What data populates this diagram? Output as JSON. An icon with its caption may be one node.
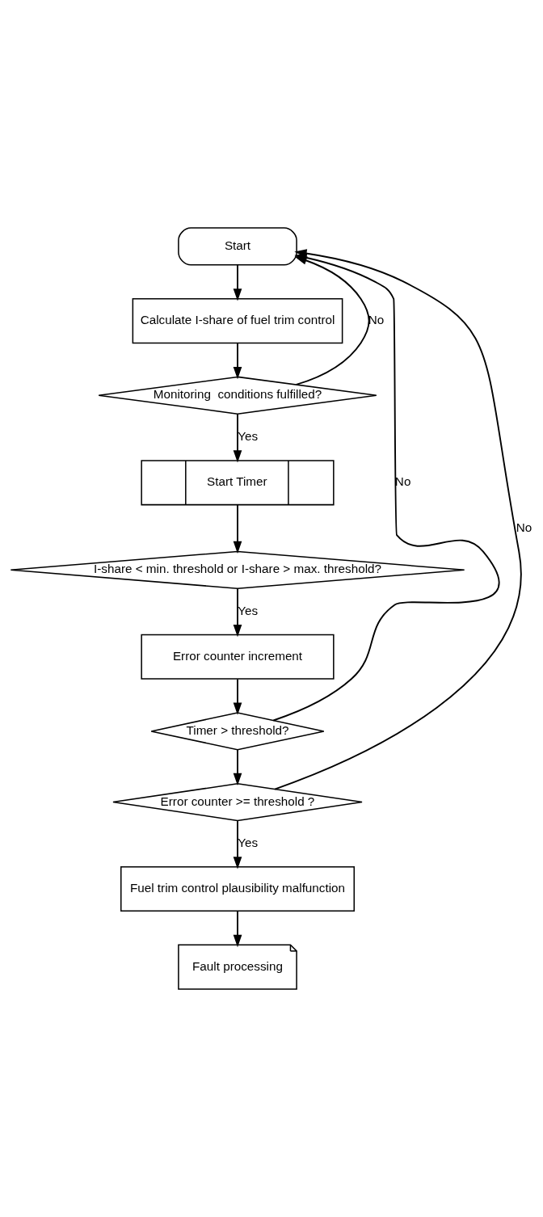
{
  "diagram": {
    "nodes": [
      {
        "text": [
          "Start"
        ]
      },
      {
        "text": [
          "Calculate I-share of fuel trim control"
        ]
      },
      {
        "text": [
          "Monitoring  conditions fulfilled?"
        ]
      },
      {
        "text": [
          "Start Timer"
        ]
      },
      {
        "text": [
          "I-share < min. threshold or I-share > max. threshold?"
        ]
      },
      {
        "text": [
          "Error counter increment"
        ]
      },
      {
        "text": [
          "Timer > threshold?"
        ]
      },
      {
        "text": [
          "Error counter >= threshold ?"
        ]
      },
      {
        "text": [
          "Fuel trim control plausibility malfunction"
        ]
      },
      {
        "text": [
          "Fault processing"
        ]
      }
    ],
    "edges": [
      {
        "from": 0,
        "to": 1,
        "arrow": "to"
      },
      {
        "from": 1,
        "to": 2,
        "arrow": "to"
      },
      {
        "from": 2,
        "to": 3,
        "arrow": "to",
        "label": "Yes"
      },
      {
        "from": 2,
        "to": 0,
        "arrow": "to",
        "label": "No"
      },
      {
        "from": 3,
        "to": 4,
        "arrow": "to"
      },
      {
        "from": 4,
        "to": 5,
        "arrow": "to",
        "label": "Yes"
      },
      {
        "from": 5,
        "to": 6,
        "arrow": "to"
      },
      {
        "from": 6,
        "to": 7,
        "arrow": "to"
      },
      {
        "from": 6,
        "to": 0,
        "arrow": "to",
        "label": "No"
      },
      {
        "from": 7,
        "to": 8,
        "arrow": "to",
        "label": "Yes"
      },
      {
        "from": 7,
        "to": 0,
        "arrow": "to",
        "label": "No"
      },
      {
        "from": 8,
        "to": 9,
        "arrow": "to"
      }
    ]
  }
}
